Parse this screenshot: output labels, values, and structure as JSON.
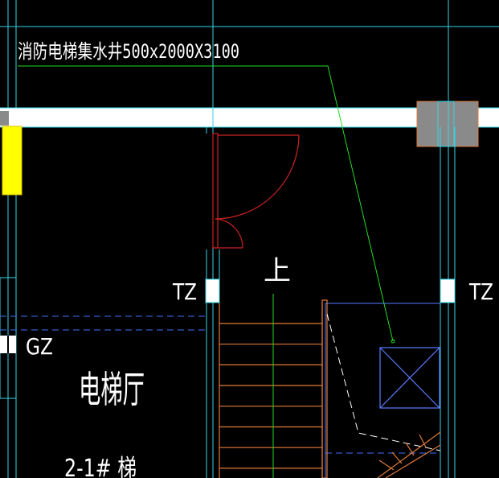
{
  "drawing": {
    "annotation_text": "消防电梯集水井500x2000X3100",
    "stair_up_label": "上",
    "column_label_left": "TZ",
    "column_label_right": "TZ",
    "wall_column_label": "GZ",
    "room_name": "电梯厅",
    "stair_name": "2-1# 梯"
  },
  "colors": {
    "background": "#000000",
    "wall_fill": "#ffffff",
    "cyan_line": "#33d6e6",
    "blue_dashed": "#3f6fff",
    "green_leader": "#22dd22",
    "door_red": "#cc2222",
    "stair_orange": "#e07a3a",
    "column_gray": "#8a8a8a",
    "yellow_block": "#ffff00",
    "text_white": "#ffffff",
    "sump_outline": "#5a7cff"
  }
}
